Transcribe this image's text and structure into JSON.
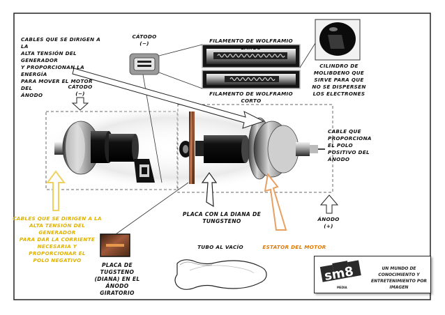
{
  "labels": {
    "cables_generator": "CABLES QUE SE DIRIGEN A LA\nALTA TENSIÓN DEL GENERADOR\nY PROPORCIONAN LA ENERGÍA\nPARA MOVER EL MOTOR DEL\nÁNODO",
    "catodo_top": "CÁTODO\n(−)",
    "filamento_largo": "FILAMENTO DE WOLFRAMIO LARGO",
    "filamento_corto": "FILAMENTO DE WOLFRAMIO CORTO",
    "cilindro": "CILINDRO DE\nMOLIBDENO QUE\nSIRVE PARA QUE\nNO SE DISPERSEN\nLOS ELECTRONES",
    "catodo_left": "CÁTODO\n(−)",
    "cable_anodo": "CABLE QUE\nPROPORCIONA\nEL POLO\nPOSITIVO DEL\nÁNODO",
    "cables_negativo": "CABLES QUE SE DIRIGEN A LA\nALTA TENSIÓN DEL GENERADOR\nPARA DAR LA CORRIENTE\nNECESARIA Y PROPORCIONAR EL\nPOLO NEGATIVO",
    "placa_diana": "PLACA CON LA DIANA DE\nTUNGSTENO",
    "anodo": "ÁNODO\n(+)",
    "tubo_vacio": "TUBO AL VACÍO",
    "estator": "ESTATOR DEL MOTOR",
    "placa_tugsteno": "PLACA DE TUGSTENO\n(DIANA) EN EL ÁNODO\nGIRATORIO"
  },
  "logo": {
    "mark": "sm8",
    "sub": "MEDIA",
    "slogan": "UN MUNDO DE CONOCIMIENTO Y\nENTRETENIMIENTO POR IMAGEN"
  },
  "colors": {
    "frame": "#222222",
    "dashed": "#666666",
    "yellow_text": "#e0b100",
    "orange_text": "#e07800",
    "arrow_outline_yellow": "#f0d060",
    "arrow_outline_orange": "#e8a060",
    "metal_dark": "#151515",
    "metal_light": "#cfcfcf"
  }
}
